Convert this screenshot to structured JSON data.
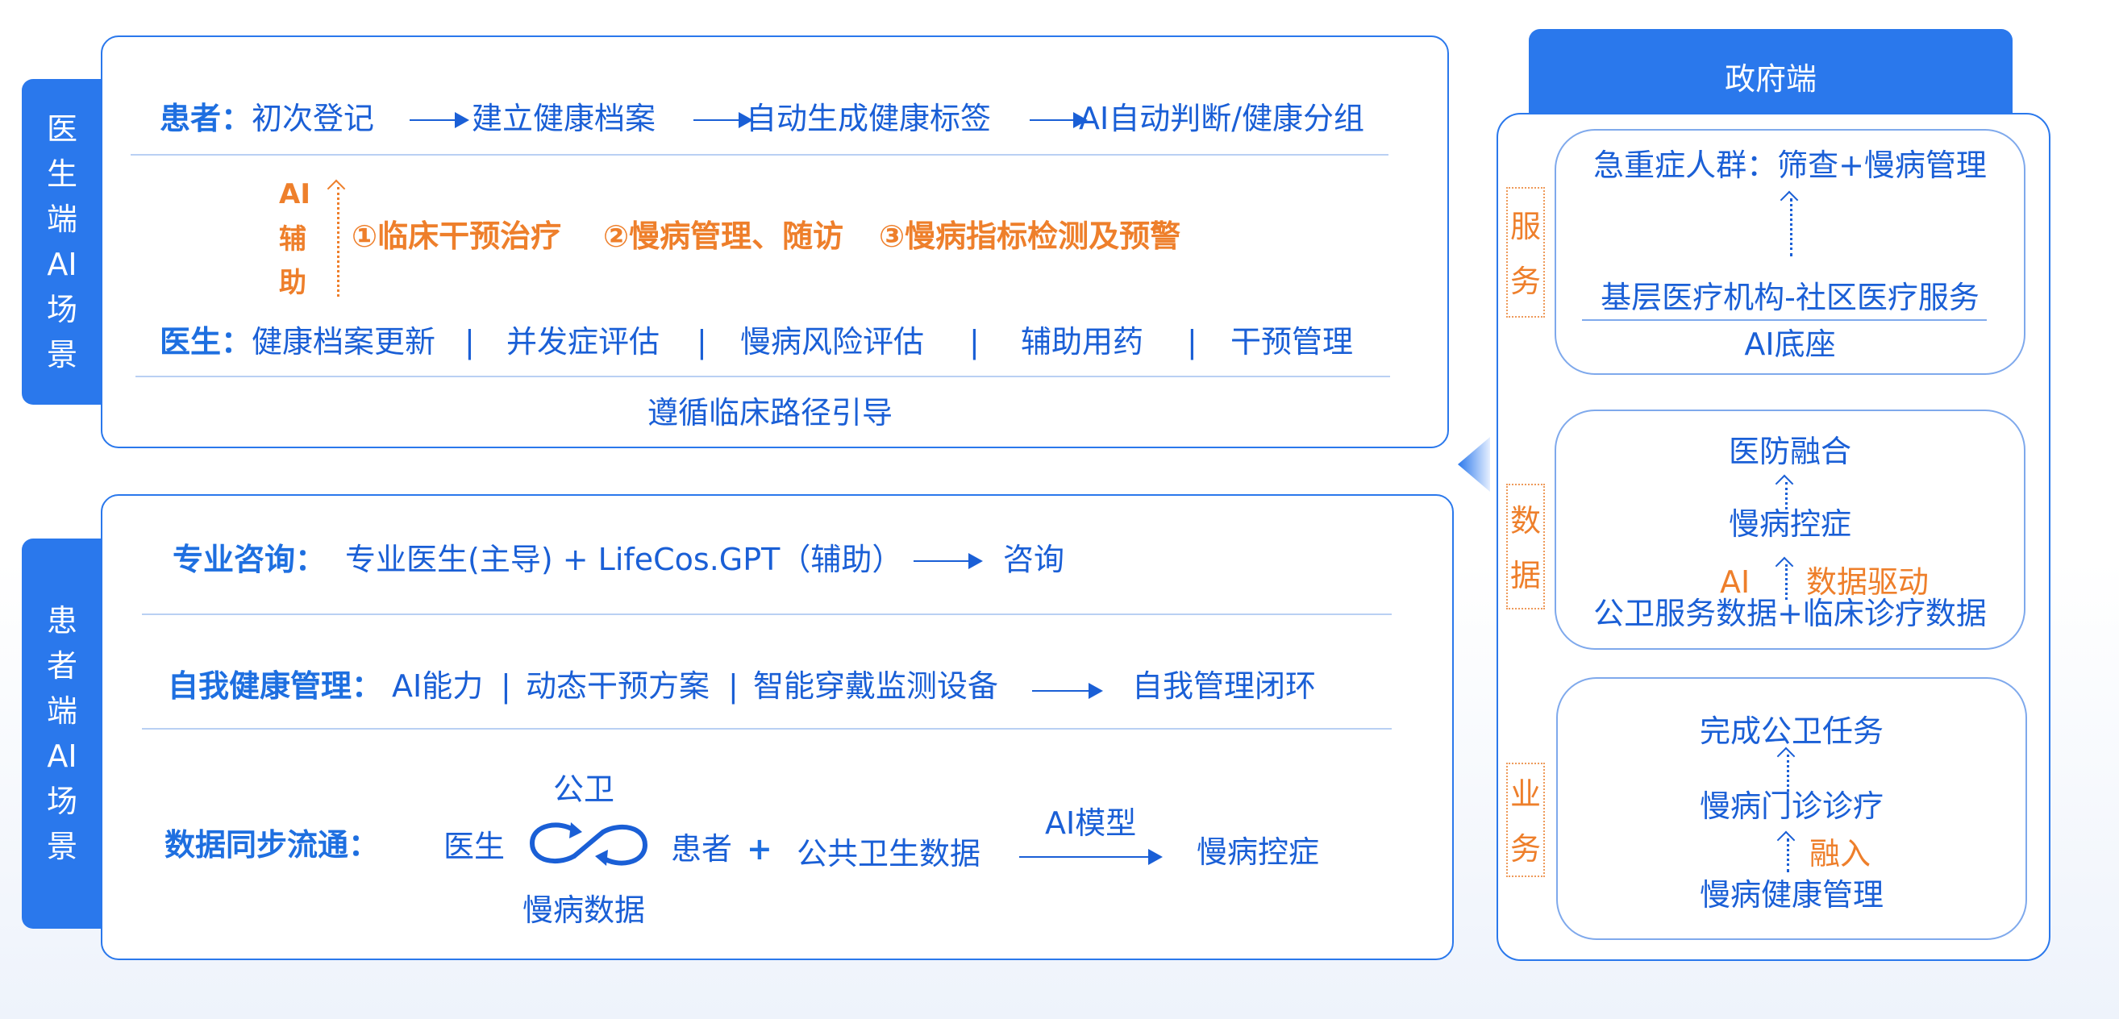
{
  "doctor_side": {
    "tab_chars": [
      "医",
      "生",
      "端",
      "AI",
      "场",
      "景"
    ],
    "patient_row": {
      "label": "患者：",
      "steps": [
        "初次登记",
        "建立健康档案",
        "自动生成健康标签",
        "AI自动判断/健康分组"
      ]
    },
    "ai_assist": {
      "chars": [
        "AI",
        "辅",
        "助"
      ],
      "items": [
        "①临床干预治疗",
        "②慢病管理、随访",
        "③慢病指标检测及预警"
      ]
    },
    "doctor_row": {
      "label": "医生：",
      "items": [
        "健康档案更新",
        "并发症评估",
        "慢病风险评估",
        "辅助用药",
        "干预管理"
      ],
      "separator": "|"
    },
    "footer": "遵循临床路径引导"
  },
  "patient_side": {
    "tab_chars": [
      "患",
      "者",
      "端",
      "AI",
      "场",
      "景"
    ],
    "consult": {
      "label": "专业咨询：",
      "text": "专业医生(主导) + LifeCos.GPT（辅助）",
      "result": "咨询"
    },
    "self_mgmt": {
      "label": "自我健康管理：",
      "items": [
        "AI能力",
        "动态干预方案",
        "智能穿戴监测设备"
      ],
      "separator": "|",
      "result": "自我管理闭环"
    },
    "data_sync": {
      "label": "数据同步流通：",
      "doctor": "医生",
      "top": "公卫",
      "bottom": "慢病数据",
      "patient": "患者",
      "plus": "+",
      "public": "公共卫生数据",
      "arrow_label": "AI模型",
      "result": "慢病控症"
    }
  },
  "gov": {
    "title": "政府端",
    "service": {
      "label_chars": [
        "服",
        "务"
      ],
      "top": "急重症人群：筛查+慢病管理",
      "middle": "基层医疗机构-社区医疗服务",
      "bottom": "AI底座"
    },
    "data": {
      "label_chars": [
        "数",
        "据"
      ],
      "top": "医防融合",
      "middle": "慢病控症",
      "ai": "AI",
      "driver": "数据驱动",
      "bottom": "公卫服务数据+临床诊疗数据"
    },
    "business": {
      "label_chars": [
        "业",
        "务"
      ],
      "top": "完成公卫任务",
      "middle": "慢病门诊诊疗",
      "merge": "融入",
      "bottom": "慢病健康管理"
    }
  },
  "colors": {
    "primary": "#2a78ec",
    "text": "#1a5fd6",
    "accent": "#ee7f2b"
  }
}
